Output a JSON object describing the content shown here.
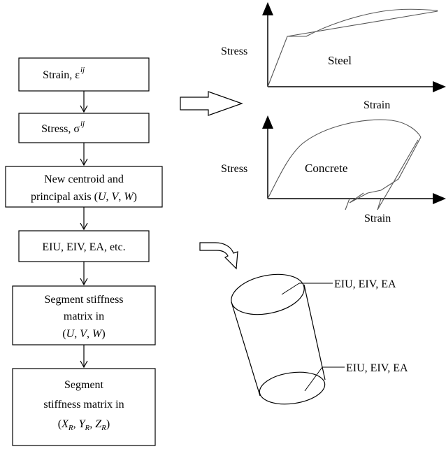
{
  "flowchart": {
    "box1": {
      "label": "Strain, ε",
      "sup": "ij"
    },
    "box2": {
      "label": "Stress, σ",
      "sup": "ij"
    },
    "box3": {
      "line1": "New centroid and",
      "line2_prefix": "principal axis (",
      "u": "U",
      "v": "V",
      "w": "W",
      "sep": ", ",
      "close": ")"
    },
    "box4": {
      "label": "EIU, EIV, EA, etc."
    },
    "box5": {
      "line1": "Segment stiffness",
      "line2": "matrix in",
      "open": "(",
      "u": "U",
      "v": "V",
      "w": "W",
      "sep": ", ",
      "close": ")"
    },
    "box6": {
      "line1": "Segment",
      "line2": "stiffness matrix in",
      "open": "(",
      "x": "X",
      "y": "Y",
      "z": "Z",
      "sub": "R",
      "sep": ", ",
      "close": ")"
    }
  },
  "steel_graph": {
    "ylabel": "Stress",
    "xlabel": "Strain",
    "curve_label": "Steel"
  },
  "concrete_graph": {
    "ylabel": "Stress",
    "xlabel": "Strain",
    "curve_label": "Concrete"
  },
  "cylinder": {
    "top_label": "EIU, EIV, EA",
    "bottom_label": "EIU, EIV, EA"
  }
}
